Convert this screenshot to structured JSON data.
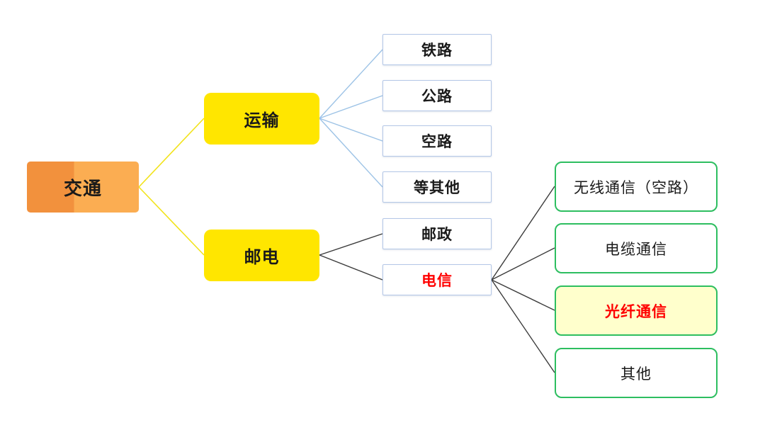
{
  "diagram": {
    "nodes": {
      "root": {
        "label": "交通"
      },
      "transport": {
        "label": "运输"
      },
      "post_telecom": {
        "label": "邮电"
      },
      "railway": {
        "label": "铁路"
      },
      "highway": {
        "label": "公路"
      },
      "airway": {
        "label": "空路"
      },
      "other_transport": {
        "label": "等其他"
      },
      "postal": {
        "label": "邮政"
      },
      "telecom": {
        "label": "电信"
      },
      "wireless": {
        "label": "无线通信（空路）"
      },
      "cable": {
        "label": "电缆通信"
      },
      "fiber": {
        "label": "光纤通信"
      },
      "other_telecom": {
        "label": "其他"
      }
    },
    "colors": {
      "root_fill_left": "#F2913D",
      "root_fill_right": "#FBAD52",
      "level2_fill": "#FFE600",
      "level3_border": "#B4C7E7",
      "level4_border": "#2DBE60",
      "fiber_fill": "#FFFFCC",
      "highlight_text": "#FF0000",
      "connector_yellow": "#F2E31C",
      "connector_blue": "#9DC3E6",
      "connector_dark": "#3B3B3B"
    }
  }
}
